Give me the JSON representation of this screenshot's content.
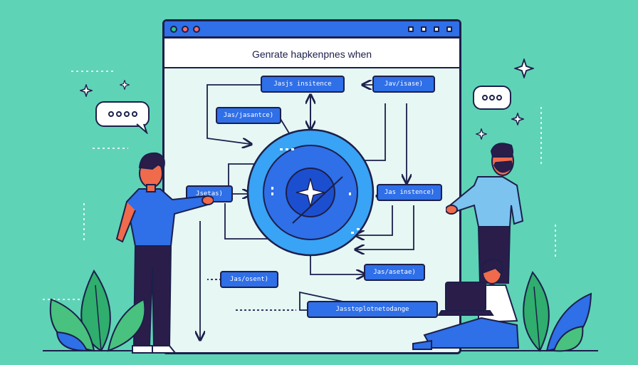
{
  "window": {
    "title": "Genrate hapkenpnes when",
    "dots": [
      "#2fc48a",
      "#ff6b6b",
      "#ff6b6b"
    ]
  },
  "nodes": [
    {
      "label": "Jasjs insitence"
    },
    {
      "label": "Jav/isase)"
    },
    {
      "label": "Jas/jasantce)"
    },
    {
      "label": "Jsetas)"
    },
    {
      "label": "Jas instence)"
    },
    {
      "label": "Jas/osent)"
    },
    {
      "label": "Jas/asetae)"
    },
    {
      "label": "Jasstoplotnetodange"
    }
  ],
  "bubbles": [
    {
      "text": "○○○○"
    },
    {
      "text": "○○○"
    }
  ],
  "colors": {
    "background": "#5fd3b6",
    "window_bg": "#e6f7f4",
    "accent": "#2f6fe8",
    "outline": "#1c1f4a",
    "leaf": "#2fae6e"
  }
}
